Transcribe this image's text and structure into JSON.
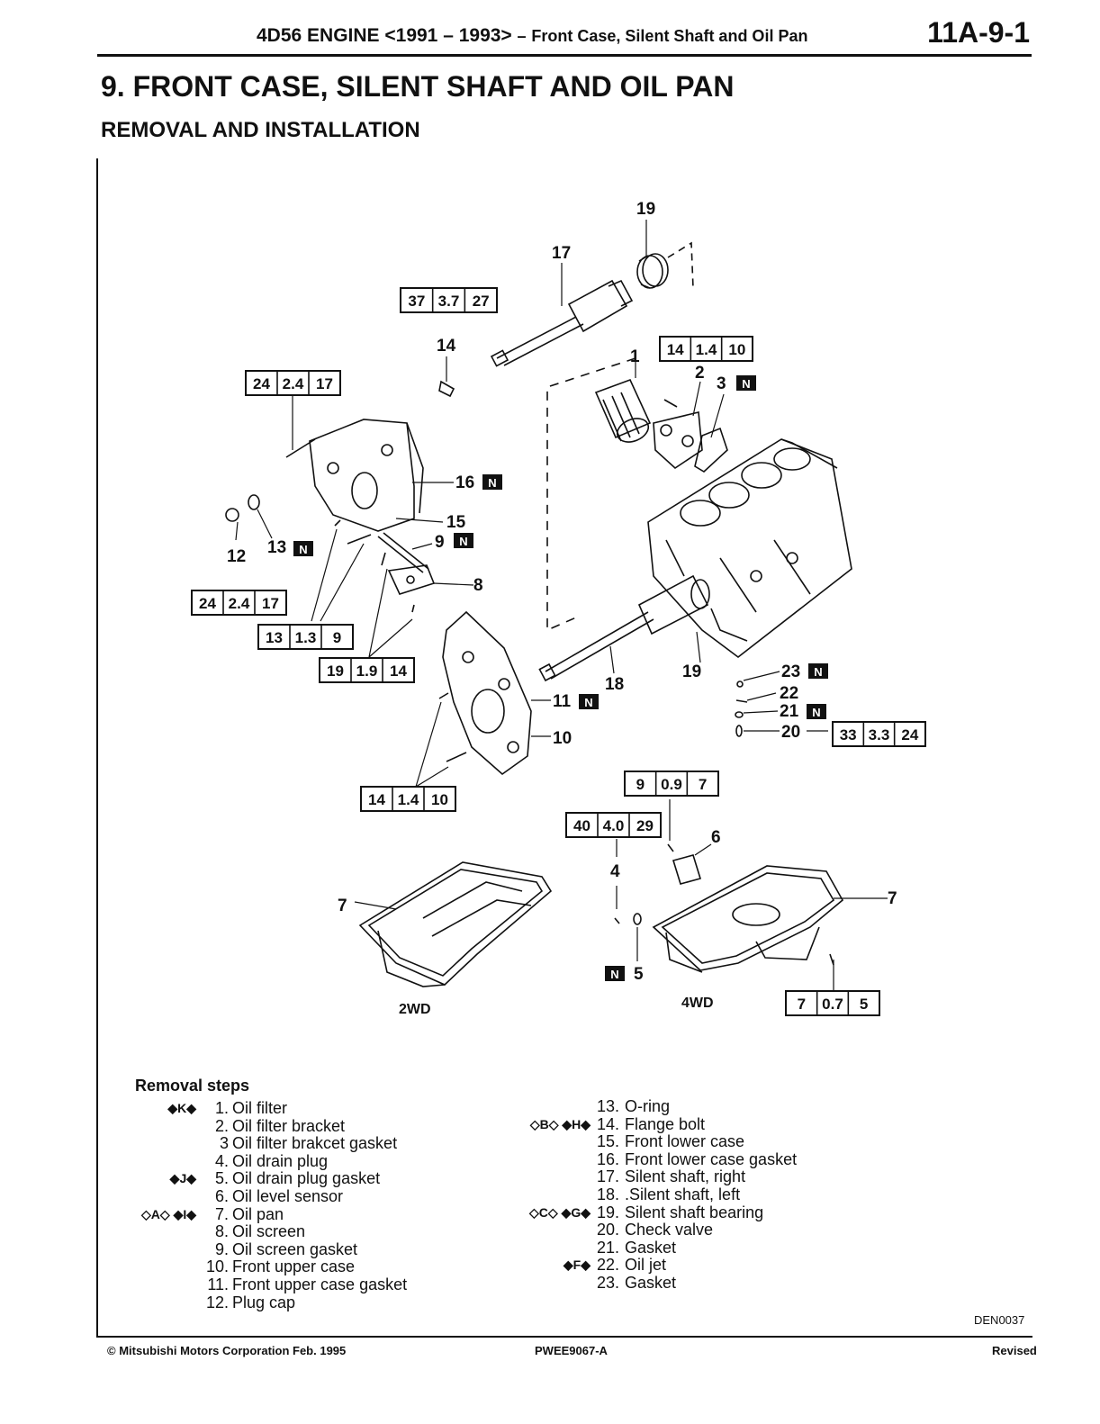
{
  "header": {
    "engine": "4D56 ENGINE <1991 – 1993>",
    "separator": "–",
    "topic": "Front Case, Silent Shaft and Oil Pan",
    "page_number": "11A-9-1"
  },
  "title": "9. FRONT CASE, SILENT SHAFT AND OIL PAN",
  "subtitle": "REMOVAL AND INSTALLATION",
  "diagram": {
    "callouts": [
      "1",
      "2",
      "3",
      "4",
      "5",
      "6",
      "7",
      "7",
      "8",
      "9",
      "10",
      "11",
      "12",
      "13",
      "14",
      "15",
      "16",
      "17",
      "18",
      "19",
      "19",
      "20",
      "21",
      "22",
      "23"
    ],
    "torque_specs": [
      [
        "37",
        "3.7",
        "27"
      ],
      [
        "14",
        "1.4",
        "10"
      ],
      [
        "24",
        "2.4",
        "17"
      ],
      [
        "24",
        "2.4",
        "17"
      ],
      [
        "13",
        "1.3",
        "9"
      ],
      [
        "19",
        "1.9",
        "14"
      ],
      [
        "33",
        "3.3",
        "24"
      ],
      [
        "14",
        "1.4",
        "10"
      ],
      [
        "9",
        "0.9",
        "7"
      ],
      [
        "40",
        "4.0",
        "29"
      ],
      [
        "7",
        "0.7",
        "5"
      ]
    ],
    "new_part_mark": "N",
    "variant_labels": [
      "2WD",
      "4WD"
    ]
  },
  "removal_steps": {
    "title": "Removal steps",
    "left": [
      {
        "marker": "◆K◆",
        "num": "1.",
        "text": "Oil filter"
      },
      {
        "marker": "",
        "num": "2.",
        "text": "Oil filter bracket"
      },
      {
        "marker": "",
        "num": "3",
        "text": "Oil filter brakcet gasket"
      },
      {
        "marker": "",
        "num": "4.",
        "text": "Oil drain plug"
      },
      {
        "marker": "◆J◆",
        "num": "5.",
        "text": "Oil drain plug gasket"
      },
      {
        "marker": "",
        "num": "6.",
        "text": "Oil level sensor"
      },
      {
        "marker": "◇A◇ ◆I◆",
        "num": "7.",
        "text": "Oil pan"
      },
      {
        "marker": "",
        "num": "8.",
        "text": "Oil screen"
      },
      {
        "marker": "",
        "num": "9.",
        "text": "Oil screen gasket"
      },
      {
        "marker": "",
        "num": "10.",
        "text": "Front upper case"
      },
      {
        "marker": "",
        "num": "11.",
        "text": "Front upper case gasket"
      },
      {
        "marker": "",
        "num": "12.",
        "text": "Plug cap"
      }
    ],
    "right": [
      {
        "marker": "",
        "num": "13.",
        "text": "O-ring"
      },
      {
        "marker": "◇B◇ ◆H◆",
        "num": "14.",
        "text": "Flange bolt"
      },
      {
        "marker": "",
        "num": "15.",
        "text": "Front lower case"
      },
      {
        "marker": "",
        "num": "16.",
        "text": "Front lower case gasket"
      },
      {
        "marker": "",
        "num": "17.",
        "text": "Silent shaft, right"
      },
      {
        "marker": "",
        "num": "18.",
        "text": ".Silent shaft, left"
      },
      {
        "marker": "◇C◇ ◆G◆",
        "num": "19.",
        "text": "Silent shaft bearing"
      },
      {
        "marker": "",
        "num": "20.",
        "text": "Check valve"
      },
      {
        "marker": "",
        "num": "21.",
        "text": "Gasket"
      },
      {
        "marker": "◆F◆",
        "num": "22.",
        "text": "Oil jet"
      },
      {
        "marker": "",
        "num": "23.",
        "text": "Gasket"
      }
    ]
  },
  "figure_code": "DEN0037",
  "footer": {
    "copyright": "© Mitsubishi Motors Corporation  Feb. 1995",
    "pub_number": "PWEE9067-A",
    "status": "Revised"
  }
}
